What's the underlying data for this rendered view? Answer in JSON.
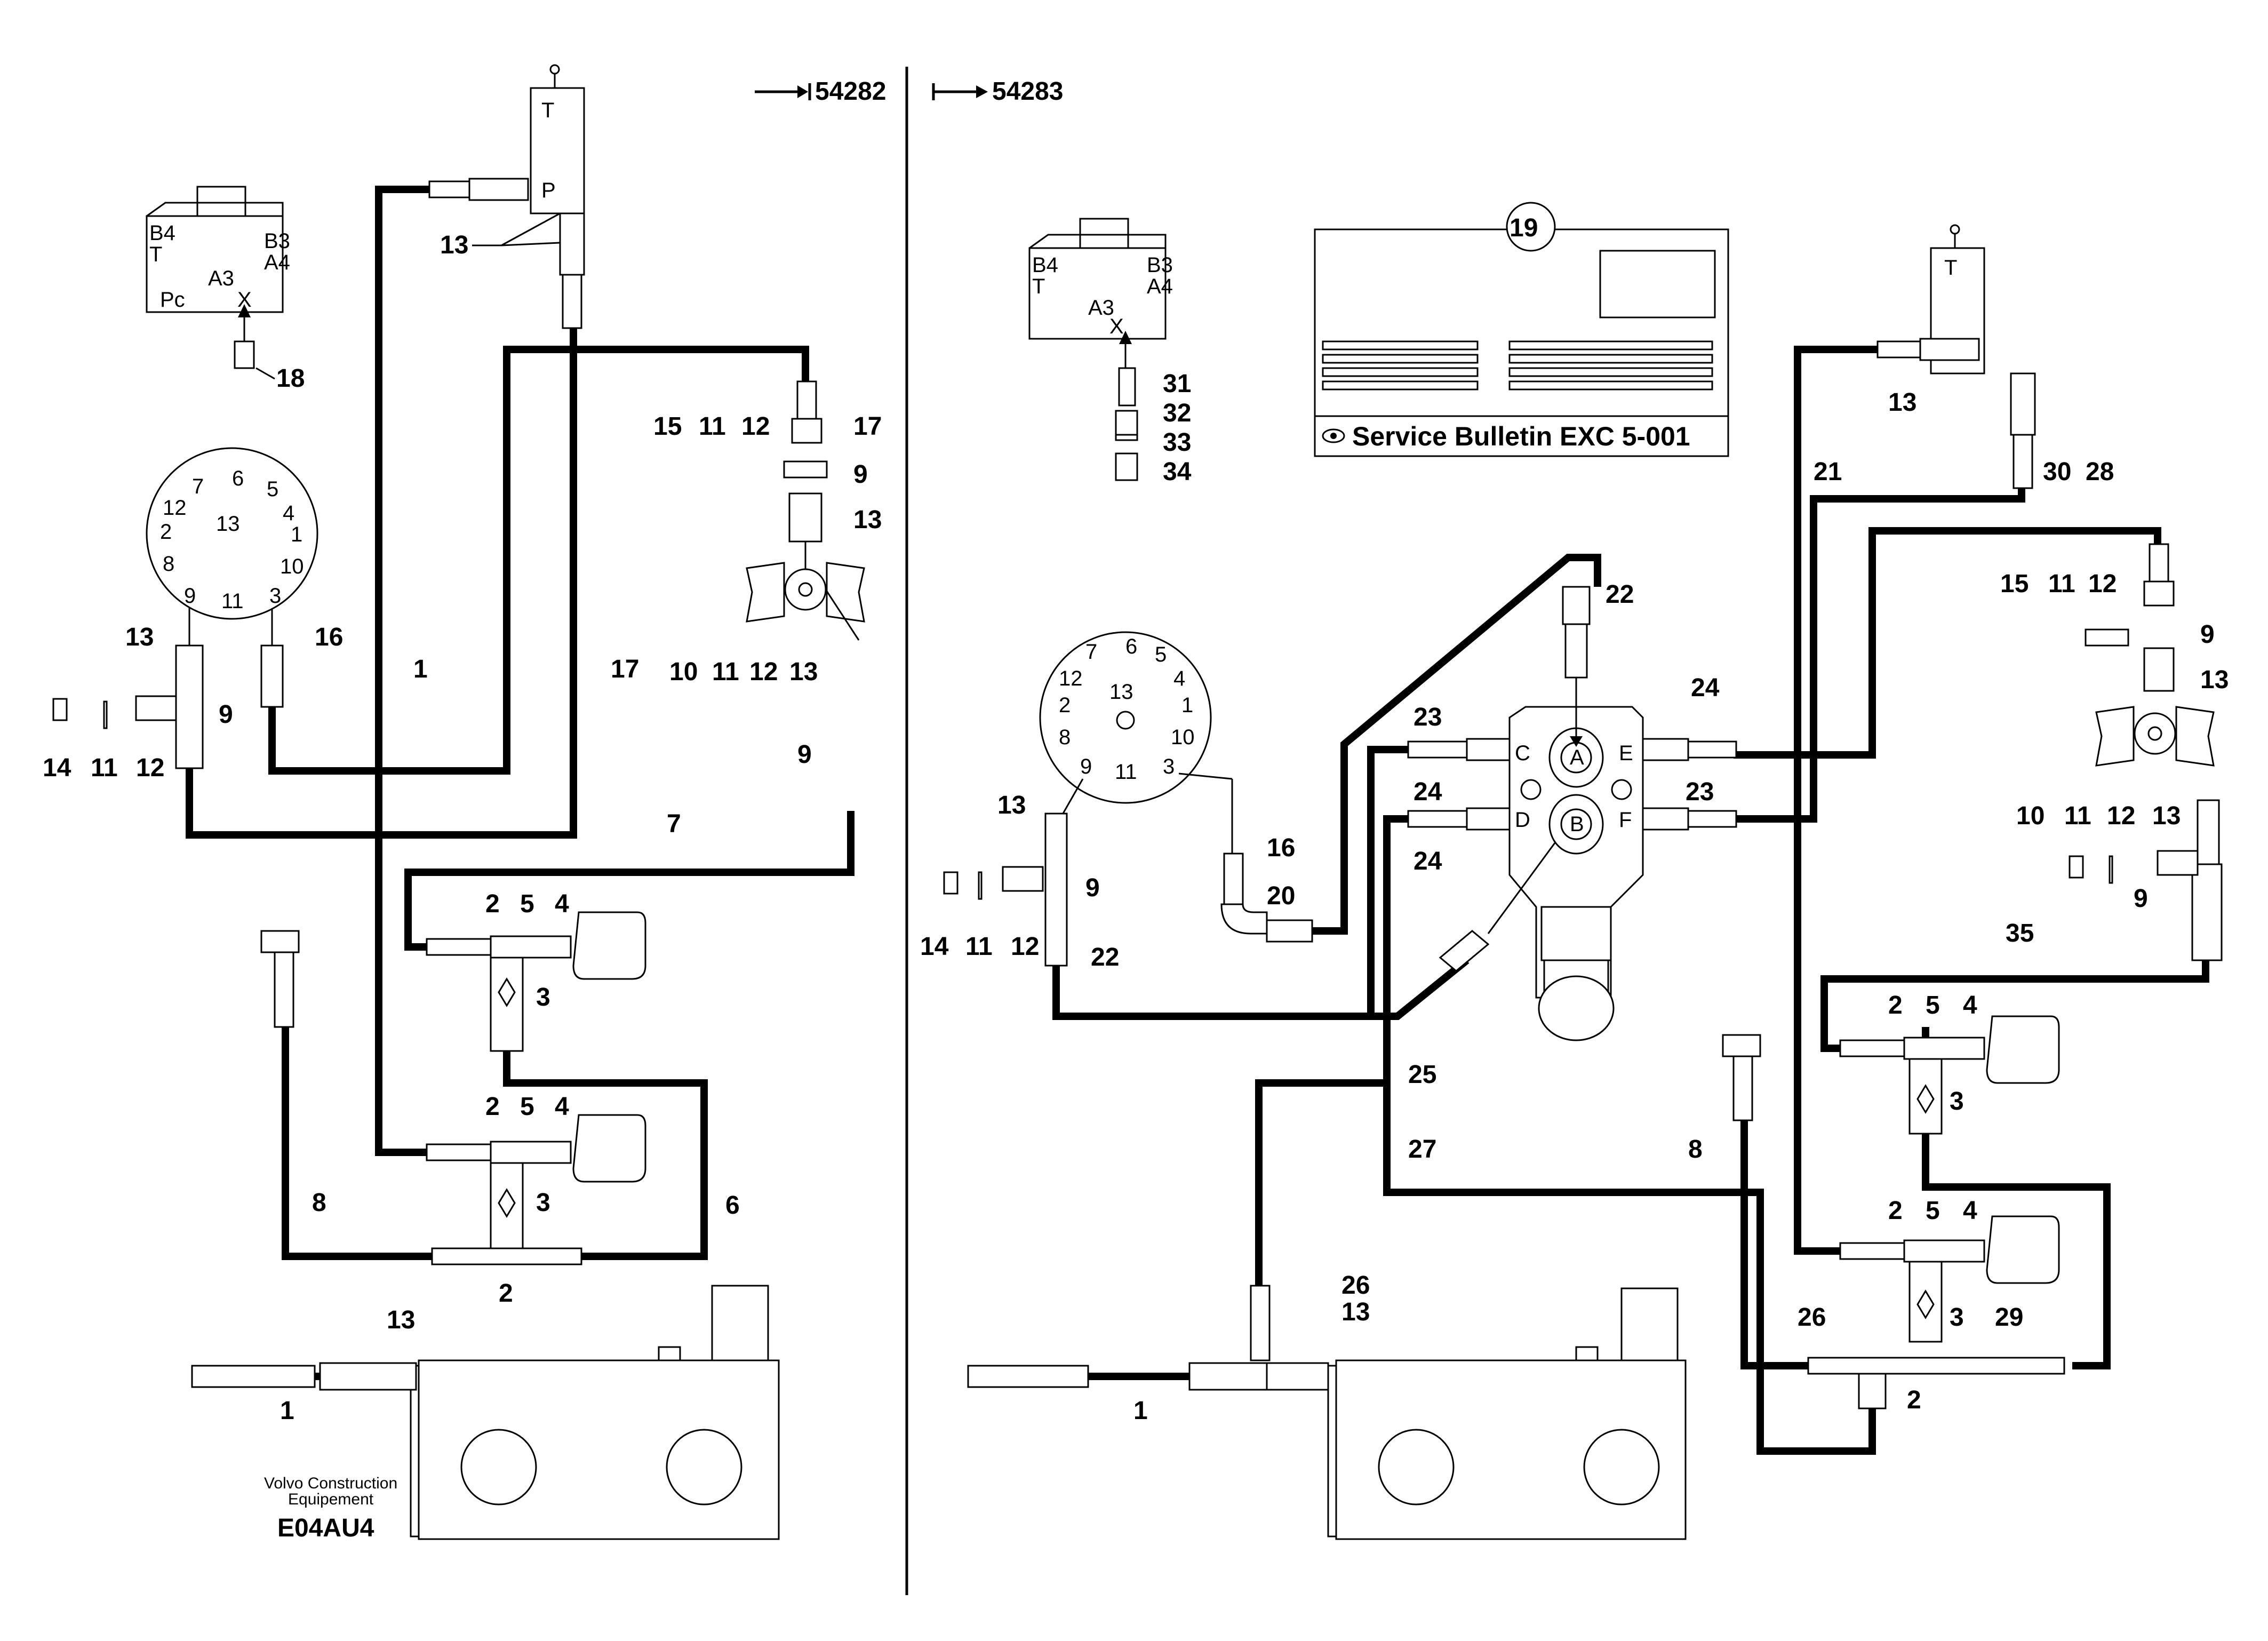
{
  "header": {
    "left_ref": "54282",
    "right_ref": "54283"
  },
  "footer": {
    "brand_line1": "Volvo Construction",
    "brand_line2": "Equipement",
    "drawing_id": "E04AU4"
  },
  "service_bulletin": {
    "label": "Service Bulletin EXC 5-001",
    "item": "19"
  },
  "valve_block_ports": [
    "B4",
    "B3",
    "A4",
    "T",
    "A3",
    "Pc",
    "X"
  ],
  "tank_ports": [
    "T",
    "P"
  ],
  "control_valve_ports": [
    "A",
    "B",
    "C",
    "D",
    "E",
    "F"
  ],
  "pin_numbers": [
    "7",
    "6",
    "5",
    "4",
    "12",
    "13",
    "2",
    "1",
    "8",
    "10",
    "9",
    "11",
    "3"
  ],
  "left_callouts": [
    "13",
    "18",
    "15",
    "11",
    "12",
    "17",
    "9",
    "13",
    "13",
    "16",
    "1",
    "17",
    "9",
    "10",
    "11",
    "12",
    "13",
    "14",
    "11",
    "12",
    "9",
    "7",
    "2",
    "5",
    "4",
    "3",
    "2",
    "5",
    "4",
    "3",
    "8",
    "6",
    "2",
    "13",
    "1"
  ],
  "right_callouts": [
    "31",
    "32",
    "33",
    "34",
    "13",
    "21",
    "30",
    "28",
    "22",
    "24",
    "23",
    "24",
    "23",
    "24",
    "15",
    "11",
    "12",
    "9",
    "13",
    "13",
    "9",
    "14",
    "11",
    "12",
    "22",
    "16",
    "20",
    "10",
    "11",
    "12",
    "13",
    "9",
    "35",
    "2",
    "5",
    "4",
    "3",
    "25",
    "27",
    "8",
    "2",
    "5",
    "4",
    "26",
    "13",
    "26",
    "3",
    "29",
    "2",
    "1"
  ],
  "colors": {
    "line": "#000000",
    "background": "#ffffff"
  }
}
